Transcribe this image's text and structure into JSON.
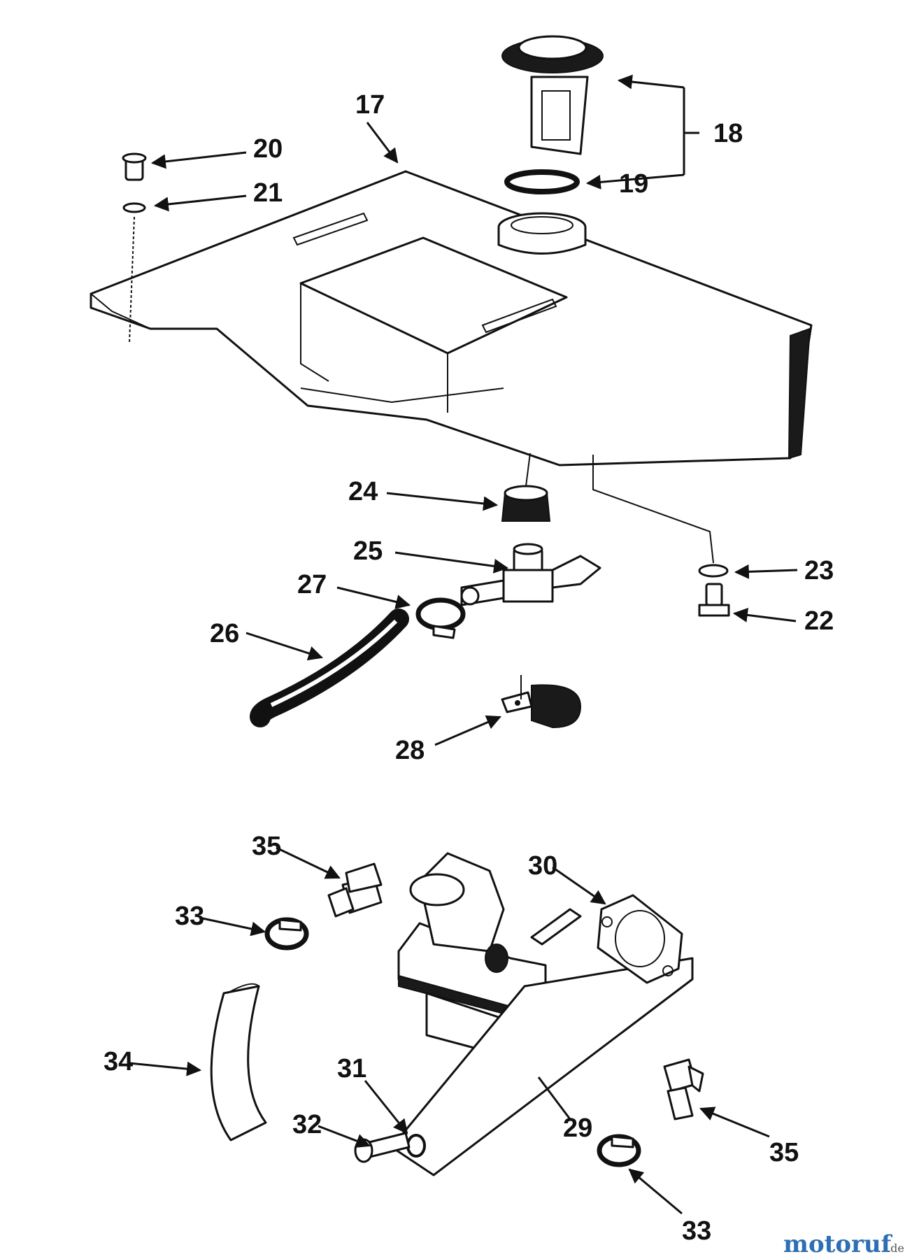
{
  "callouts": {
    "c17": "17",
    "c18": "18",
    "c19": "19",
    "c20": "20",
    "c21": "21",
    "c22": "22",
    "c23": "23",
    "c24": "24",
    "c25": "25",
    "c26": "26",
    "c27": "27",
    "c28": "28",
    "c29": "29",
    "c30": "30",
    "c31": "31",
    "c32": "32",
    "c33a": "33",
    "c33b": "33",
    "c34": "34",
    "c35a": "35",
    "c35b": "35"
  },
  "watermark": {
    "brand": "motoruf",
    "tld": ".de"
  },
  "colors": {
    "ink": "#111111",
    "watermark": "#2d6fb3"
  }
}
